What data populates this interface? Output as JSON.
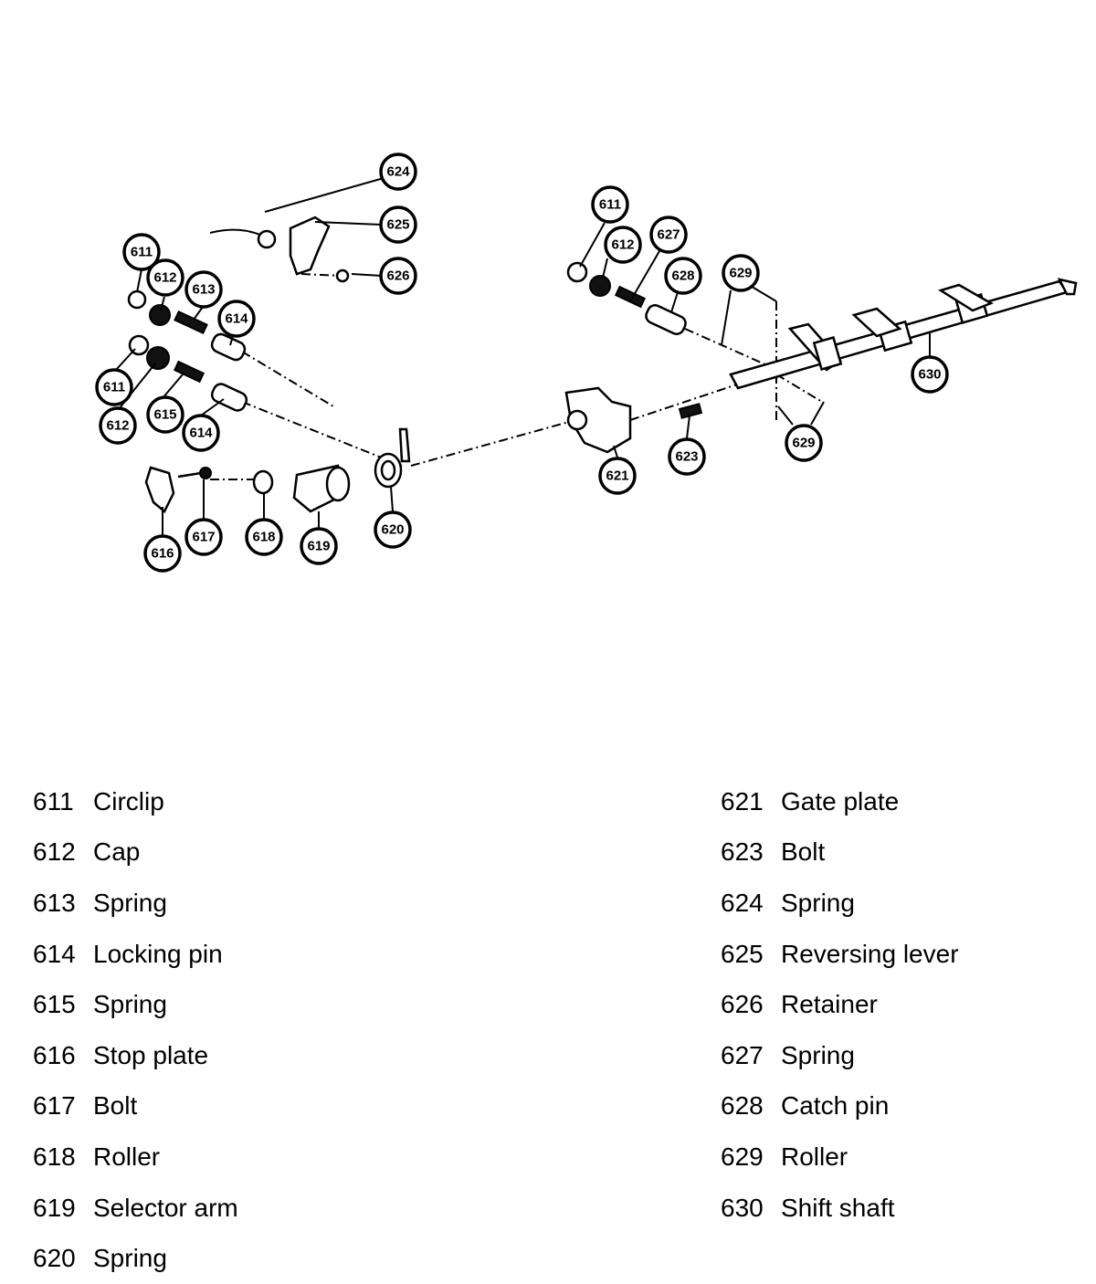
{
  "parts": [
    {
      "num": "611",
      "name": "Circlip"
    },
    {
      "num": "612",
      "name": "Cap"
    },
    {
      "num": "613",
      "name": "Spring"
    },
    {
      "num": "614",
      "name": "Locking pin"
    },
    {
      "num": "615",
      "name": "Spring"
    },
    {
      "num": "616",
      "name": "Stop plate"
    },
    {
      "num": "617",
      "name": "Bolt"
    },
    {
      "num": "618",
      "name": "Roller"
    },
    {
      "num": "619",
      "name": "Selector arm"
    },
    {
      "num": "620",
      "name": "Spring"
    },
    {
      "num": "621",
      "name": "Gate plate"
    },
    {
      "num": "623",
      "name": "Bolt"
    },
    {
      "num": "624",
      "name": "Spring"
    },
    {
      "num": "625",
      "name": "Reversing lever"
    },
    {
      "num": "626",
      "name": "Retainer"
    },
    {
      "num": "627",
      "name": "Spring"
    },
    {
      "num": "628",
      "name": "Catch pin"
    },
    {
      "num": "629",
      "name": "Roller"
    },
    {
      "num": "630",
      "name": "Shift shaft"
    }
  ],
  "callouts": [
    "624",
    "625",
    "626",
    "611",
    "612",
    "613",
    "614",
    "611",
    "612",
    "615",
    "614",
    "616",
    "617",
    "618",
    "619",
    "620",
    "621",
    "623",
    "611",
    "612",
    "627",
    "628",
    "629",
    "629",
    "630"
  ]
}
